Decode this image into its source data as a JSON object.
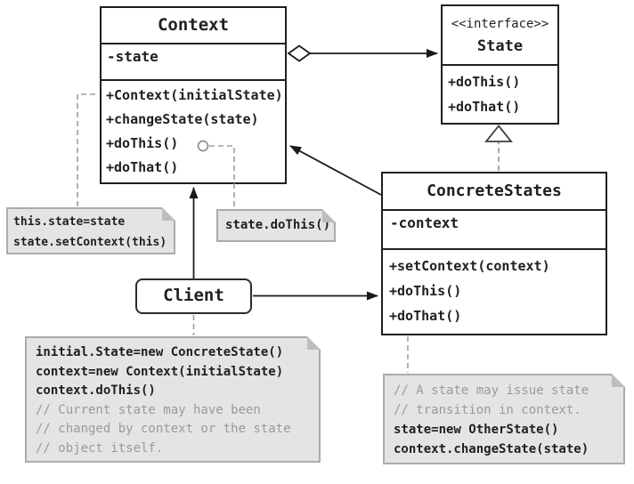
{
  "colors": {
    "solid_line": "#1a1a1a",
    "dashed_line": "#9e9e9e",
    "class_border": "#1f1f1f",
    "class_background": "#ffffff",
    "note_background": "#e4e4e4",
    "note_border": "#ababab",
    "code_text": "#1f1f1f",
    "comment_text": "#9a9a9a"
  },
  "classes": {
    "context": {
      "name": "Context",
      "attributes": [
        "-state"
      ],
      "methods": [
        "+Context(initialState)",
        "+changeState(state)",
        "+doThis()",
        "+doThat()"
      ]
    },
    "state": {
      "stereotype": "<<interface>>",
      "name": "State",
      "methods": [
        "+doThis()",
        "+doThat()"
      ]
    },
    "concrete_states": {
      "name": "ConcreteStates",
      "attributes": [
        "-context"
      ],
      "methods": [
        "+setContext(context)",
        "+doThis()",
        "+doThat()"
      ]
    }
  },
  "client": {
    "label": "Client"
  },
  "notes": {
    "set_context": {
      "lines": [
        "this.state=state",
        "state.setContext(this)"
      ]
    },
    "do_this": {
      "lines": [
        "state.doThis()"
      ]
    },
    "client_code": {
      "lines": [
        "initial.State=new ConcreteState()",
        "context=new Context(initialState)",
        "context.doThis()",
        "// Current state may have been",
        "// changed by context or the state",
        "// object itself."
      ]
    },
    "state_transition": {
      "lines": [
        "// A state may issue state",
        "// transition in context.",
        "state=new OtherState()",
        "context.changeState(state)"
      ]
    }
  }
}
